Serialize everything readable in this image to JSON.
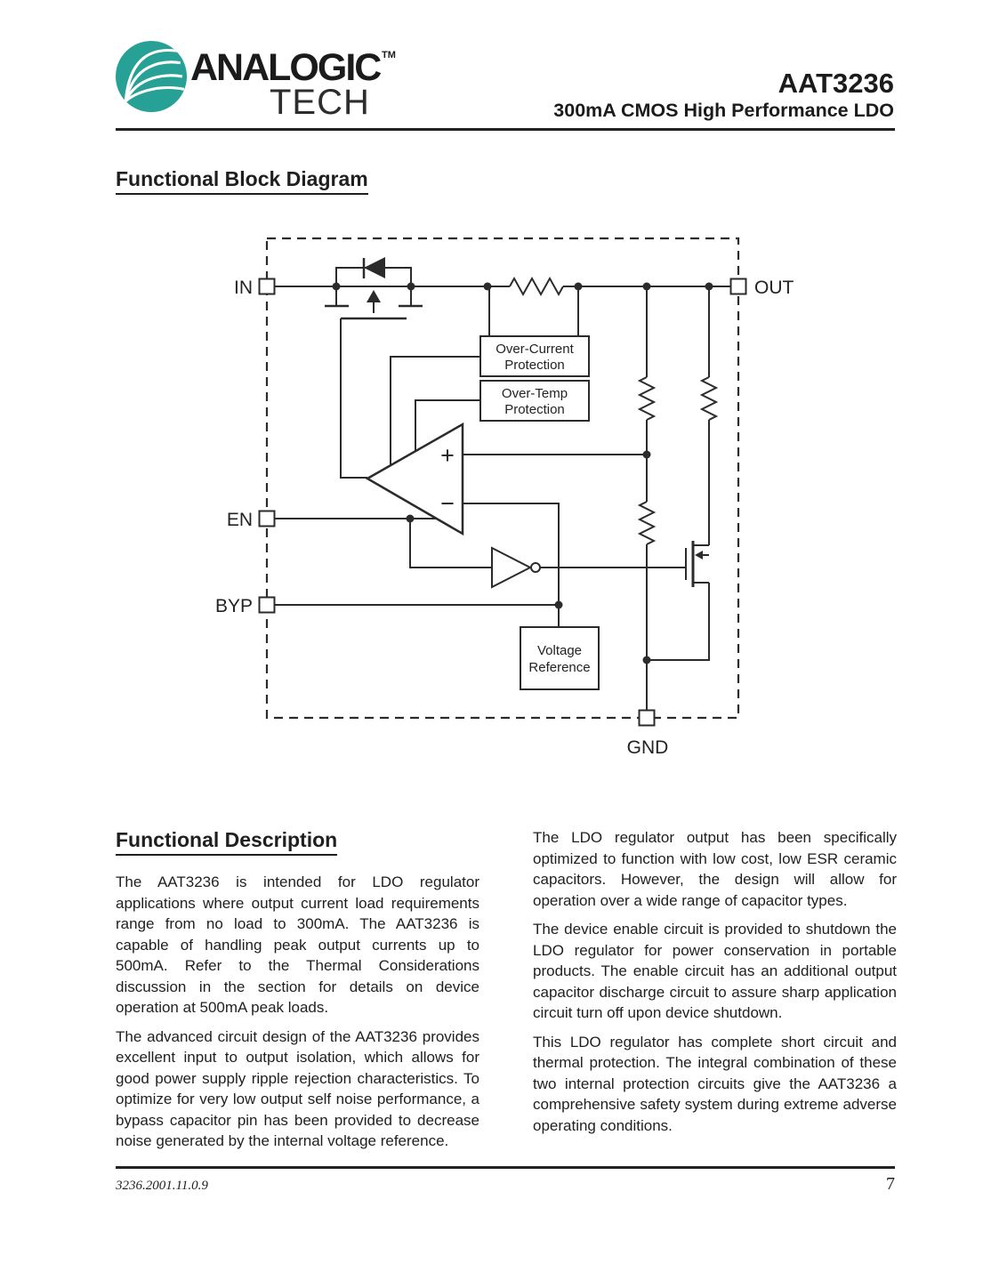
{
  "header": {
    "brand_line1": "ANALOGIC",
    "brand_tm": "TM",
    "brand_line2": "TECH",
    "brand_color": "#27A095",
    "part_number": "AAT3236",
    "subtitle": "300mA CMOS High Performance LDO"
  },
  "sections": {
    "block_diagram_title": "Functional Block Diagram",
    "description_title": "Functional Description"
  },
  "diagram": {
    "pins": {
      "in": "IN",
      "out": "OUT",
      "en": "EN",
      "byp": "BYP",
      "gnd": "GND"
    },
    "blocks": {
      "over_current_line1": "Over-Current",
      "over_current_line2": "Protection",
      "over_temp_line1": "Over-Temp",
      "over_temp_line2": "Protection",
      "voltage_ref_line1": "Voltage",
      "voltage_ref_line2": "Reference"
    },
    "opamp_plus": "+",
    "opamp_minus": "−"
  },
  "description": {
    "left_paragraphs": [
      "The AAT3236 is intended for LDO regulator applications where output current load requirements range from no load to 300mA.  The AAT3236 is capable of handling peak output currents up to 500mA.  Refer to the Thermal Considerations discussion in the section for details on device operation at 500mA peak loads.",
      "The advanced circuit design of the AAT3236 provides excellent input to output isolation, which allows for good power supply ripple rejection characteristics.  To optimize for very low output self noise performance, a bypass capacitor pin has been provided to decrease noise generated by the internal voltage reference."
    ],
    "right_paragraphs": [
      "The LDO regulator output has been specifically optimized to function with low cost, low ESR ceramic capacitors.  However, the design will allow for operation over a wide range of capacitor types.",
      "The device enable circuit is provided to shutdown the LDO regulator for power conservation in portable products.  The enable circuit has an additional output capacitor discharge circuit to assure sharp application circuit turn off upon device shutdown.",
      "This LDO regulator has complete short circuit and thermal protection.  The integral combination of these two internal protection circuits give the AAT3236 a comprehensive safety system during extreme adverse operating conditions."
    ]
  },
  "footer": {
    "doc_number": "3236.2001.11.0.9",
    "page_number": "7"
  }
}
